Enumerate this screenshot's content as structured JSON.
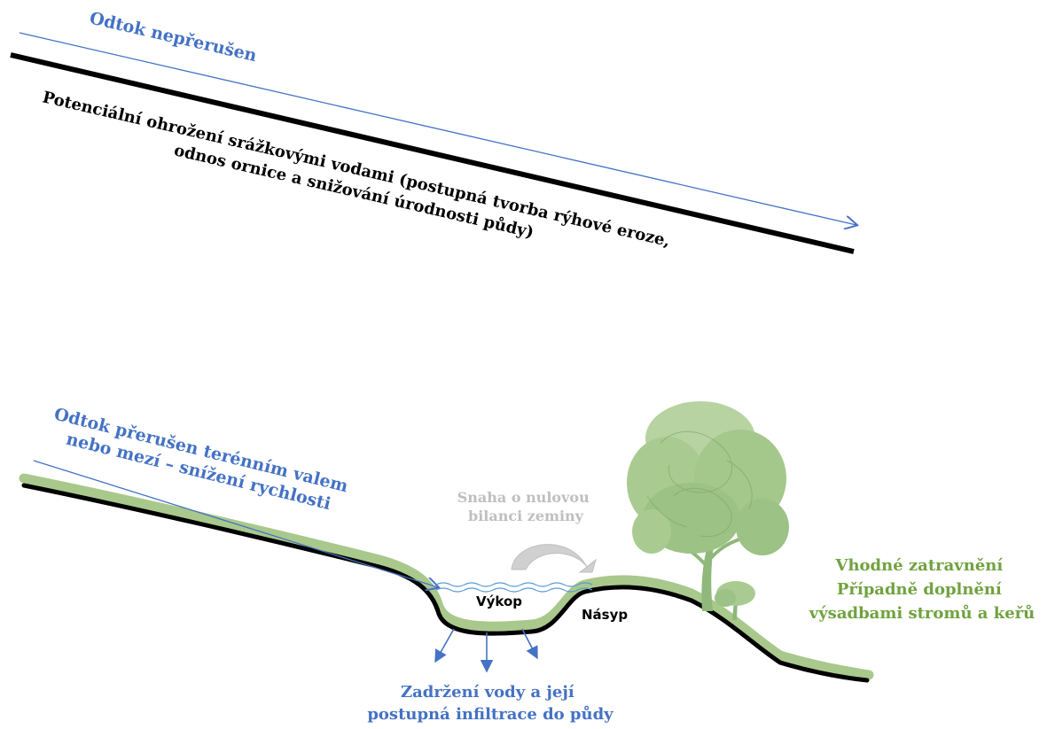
{
  "top_panel": {
    "flow_label": "Odtok nepřerušen",
    "description_lines": [
      "Potenciální ohrožení srážkovými vodami (postupná tvorba rýhové eroze,",
      "odnos ornice a snižování úrodnosti půdy)"
    ]
  },
  "bottom_panel": {
    "flow_label_lines": [
      "Odtok přerušen terénním valem",
      "nebo mezí – snížení rychlosti"
    ],
    "balance_label_lines": [
      "Snaha o nulovou",
      "bilanci zeminy"
    ],
    "excavation_label": "Výkop",
    "embankment_label": "Násyp",
    "infiltration_label_lines": [
      "Zadržení vody a její",
      "postupná infiltrace do půdy"
    ],
    "vegetation_label_lines": [
      "Vhodné zatravnění",
      "Případně doplnění",
      "výsadbami stromů a keřů"
    ]
  },
  "colors": {
    "flow_blue": "#4472c4",
    "grass_green": "#a9c88c",
    "label_green": "#70a23f",
    "tree_green": "#9cc285",
    "balance_grey": "#bfbfbf",
    "water_blue": "#5b9bd5"
  },
  "icons": [
    "tree-icon",
    "shrub-icon",
    "curved-arrow-icon",
    "water-wave-icon"
  ]
}
